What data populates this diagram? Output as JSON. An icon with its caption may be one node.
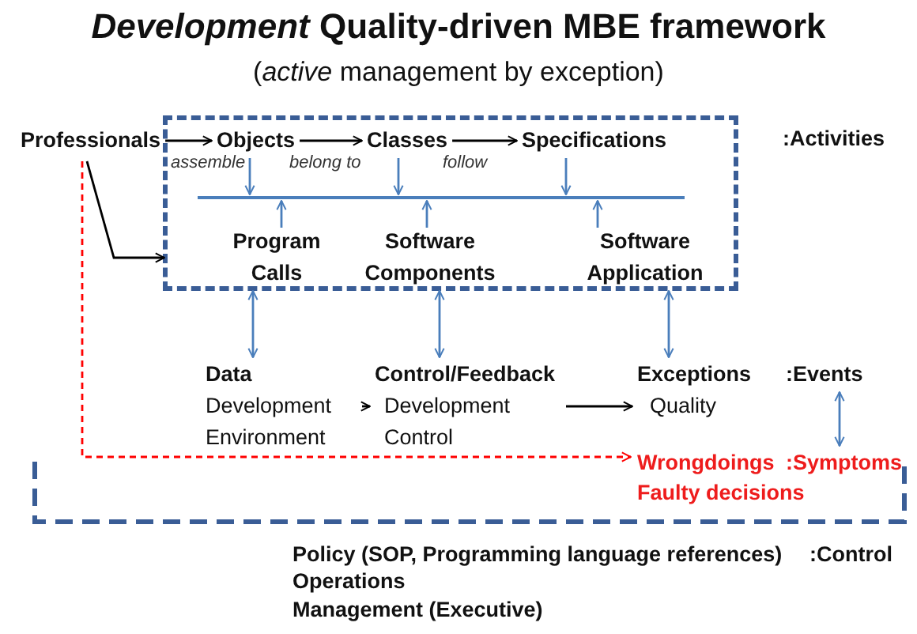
{
  "diagram": {
    "title": "*Development* Quality-driven MBE framework",
    "caption": "(*active* management by exception)",
    "nodes": [
      {
        "text": [],
        "shape": "box"
      },
      {
        "text": [
          "Professionals"
        ]
      },
      {
        "text": [
          "Objects"
        ],
        "in": 0
      },
      {
        "text": [
          "Classes"
        ],
        "in": 0
      },
      {
        "text": [
          "Specifications"
        ],
        "in": 0
      },
      {
        "text": [],
        "shape": "bar",
        "in": 0
      },
      {
        "text": [
          "Program Calls"
        ],
        "in": 0
      },
      {
        "text": [
          "Software Components"
        ],
        "in": 0
      },
      {
        "text": [
          "Software Application"
        ],
        "in": 0
      },
      {
        "text": [
          "Data",
          "Development Environment"
        ]
      },
      {
        "text": [
          "Control/Feedback",
          "Development Control"
        ]
      },
      {
        "text": [
          "Exceptions",
          "Quality"
        ]
      },
      {
        "text": [
          ":Events"
        ]
      },
      {
        "text": [
          "Wrongdoings",
          "Faulty decisions"
        ]
      },
      {
        "text": [
          ":Symptoms"
        ]
      }
    ],
    "edges": [
      {
        "from": 1,
        "to": 2,
        "arrow": "to",
        "label": "assemble",
        "color": "#000000"
      },
      {
        "from": 2,
        "to": 3,
        "arrow": "to",
        "label": "belong to",
        "color": "#000000"
      },
      {
        "from": 3,
        "to": 4,
        "arrow": "to",
        "label": "follow",
        "color": "#000000"
      },
      {
        "from": 2,
        "to": 5,
        "arrow": "to"
      },
      {
        "from": 3,
        "to": 5,
        "arrow": "to"
      },
      {
        "from": 4,
        "to": 5,
        "arrow": "to"
      },
      {
        "from": 6,
        "to": 5,
        "arrow": "to"
      },
      {
        "from": 7,
        "to": 5,
        "arrow": "to"
      },
      {
        "from": 8,
        "to": 5,
        "arrow": "to"
      },
      {
        "from": 1,
        "to": 0,
        "arrow": "to",
        "color": "#000000"
      },
      {
        "from": 9,
        "to": 10,
        "arrow": "to",
        "color": "#000000"
      },
      {
        "from": 10,
        "to": 11,
        "arrow": "to",
        "color": "#000000"
      },
      {
        "from": 6,
        "to": 9,
        "arrow": "both"
      },
      {
        "from": 7,
        "to": 10,
        "arrow": "both"
      },
      {
        "from": 8,
        "to": 11,
        "arrow": "both"
      },
      {
        "from": 12,
        "to": 14,
        "arrow": "both"
      },
      {
        "from": 1,
        "to": 13,
        "arrow": "to",
        "style": "dashed",
        "color": "#ff0000"
      }
    ],
    "labels": [
      ":Activities",
      "Policy (SOP, Programming language references)",
      ":Control",
      "Operations",
      "Management (Executive)"
    ]
  }
}
